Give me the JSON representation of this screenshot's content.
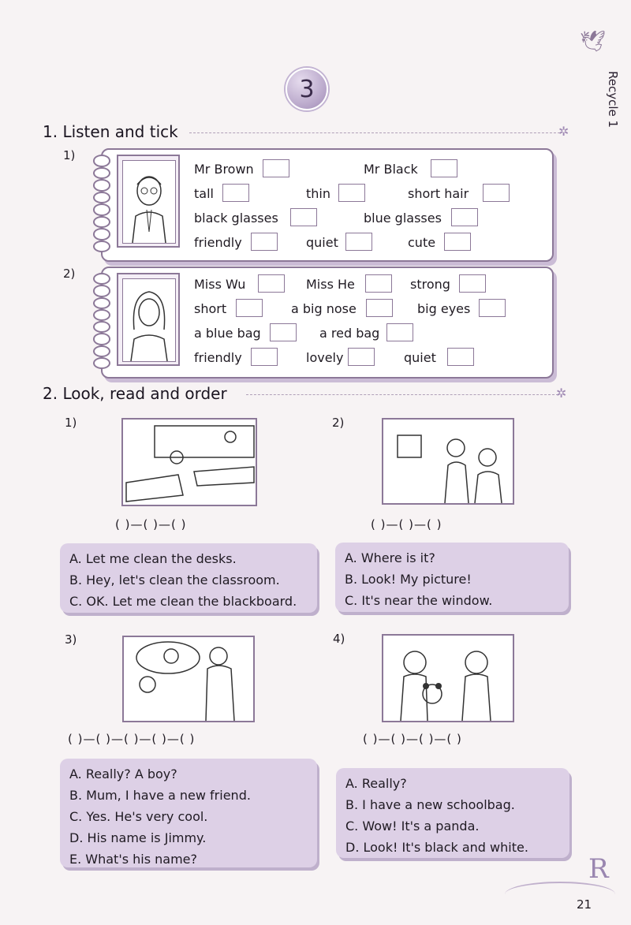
{
  "badge": {
    "number": "3"
  },
  "side_label": "Recycle 1",
  "section1": {
    "title": "1. Listen and tick",
    "item1": {
      "num": "1)",
      "row1": [
        "Mr Brown",
        "Mr Black"
      ],
      "row2": [
        "tall",
        "thin",
        "short hair"
      ],
      "row3": [
        "black glasses",
        "blue glasses"
      ],
      "row4": [
        "friendly",
        "quiet",
        "cute"
      ]
    },
    "item2": {
      "num": "2)",
      "row1": [
        "Miss Wu",
        "Miss He",
        "strong"
      ],
      "row2": [
        "short",
        "a big nose",
        "big eyes"
      ],
      "row3": [
        "a blue bag",
        "a red bag"
      ],
      "row4": [
        "friendly",
        "lovely",
        "quiet"
      ]
    }
  },
  "section2": {
    "title": "2. Look, read and order",
    "q1": {
      "num": "1)",
      "blanks": "(      )—(      )—(      )",
      "options": [
        "A. Let me clean the desks.",
        "B. Hey, let's clean the classroom.",
        "C. OK. Let me clean the blackboard."
      ]
    },
    "q2": {
      "num": "2)",
      "blanks": "(      )—(      )—(      )",
      "options": [
        "A. Where is it?",
        "B. Look! My picture!",
        "C. It's near the window."
      ]
    },
    "q3": {
      "num": "3)",
      "blanks": "(      )—(      )—(      )—(      )—(      )",
      "options": [
        "A. Really? A boy?",
        "B. Mum, I have a new friend.",
        "C. Yes. He's very cool.",
        "D. His name is Jimmy.",
        "E. What's his name?"
      ]
    },
    "q4": {
      "num": "4)",
      "blanks": "(      )—(      )—(      )—(      )",
      "options": [
        "A. Really?",
        "B. I have a new schoolbag.",
        "C. Wow! It's a panda.",
        "D. Look! It's black and white."
      ]
    }
  },
  "page_number": "21"
}
